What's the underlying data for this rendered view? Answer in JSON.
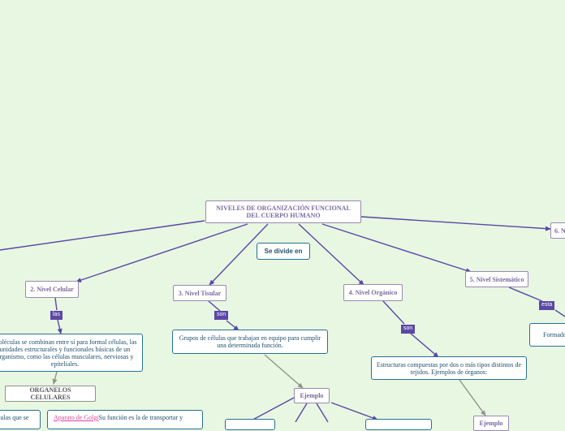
{
  "root": {
    "title": "NIVELES DE ORGANIZACIÓN FUNCIONAL DEL CUERPO HUMANO"
  },
  "se_divide": {
    "label": "Se divide en"
  },
  "levels": {
    "celular": "2. Nivel Celular",
    "tisular": "3. Nivel Tisular",
    "organico": "4. Nivel Orgánico",
    "sistematico": "5. Nivel Sistemático",
    "sexto": "6. N"
  },
  "connectors": {
    "las": "las",
    "son_tisular": "son",
    "son_organico": "son",
    "esta": "esta"
  },
  "descriptions": {
    "celular": "Moléculas se combinan entre sí para formal células, las unidades estructurales y funcionales básicas de un organismo, como las células musculares, nerviosas y epiteliales.",
    "tisular": "Grupos de células que trabajan en equipo para cumplir una determinada función.",
    "organico": "Estructuras compuestas por dos o más tipos distintos de tejidos. Ejemplos de órganos:",
    "sistematico": "Formado"
  },
  "organelos": {
    "title": "ORGANELOS CELULARES"
  },
  "cells_fragment": "células que se",
  "golgi": {
    "name": "Aparato de Golgi",
    "text": "Su función es la de transportar y"
  },
  "ejemplo": {
    "label": "Ejemplo"
  },
  "ejemplo_organico": {
    "label": "Ejemplo"
  }
}
